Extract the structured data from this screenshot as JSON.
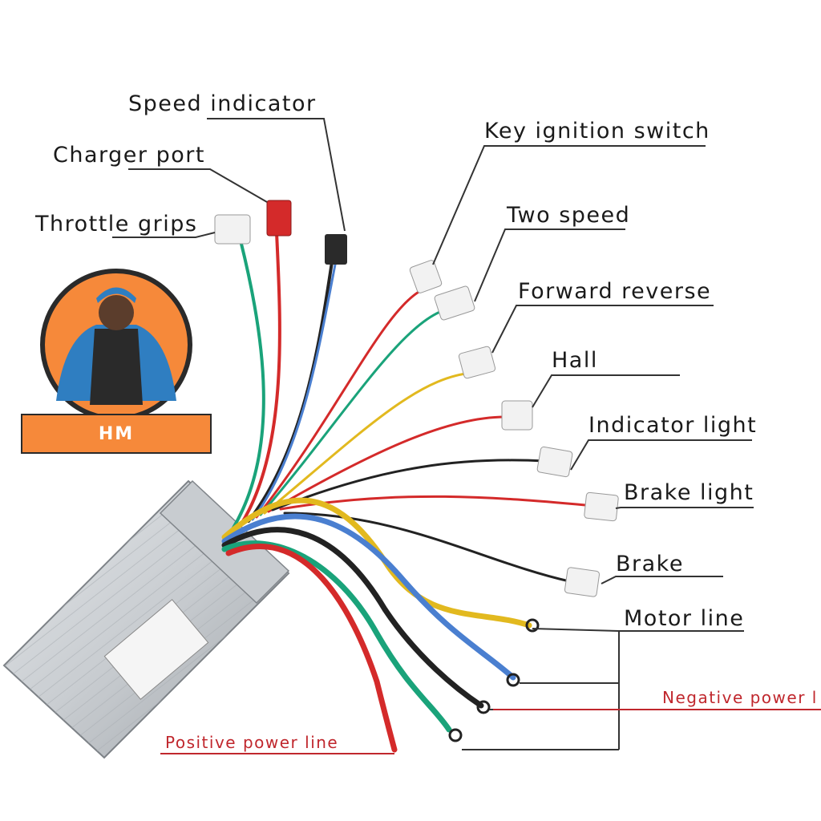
{
  "labels": {
    "speed_indicator": "Speed indicator",
    "charger_port": "Charger port",
    "throttle_grips": "Throttle grips",
    "key_ignition_switch": "Key ignition switch",
    "two_speed": "Two speed",
    "forward_reverse": "Forward reverse",
    "hall": "Hall",
    "indicator_light": "Indicator light",
    "brake_light": "Brake light",
    "brake": "Brake",
    "motor_line": "Motor line",
    "negative_power_line": "Negative power l",
    "positive_power_line": "Positive power line"
  },
  "logo": {
    "text": "HM",
    "accent_color": "#f6893a",
    "dark_color": "#2a2a2a"
  },
  "colors": {
    "leader_line": "#333333",
    "power_label": "#c0272d",
    "wire_red": "#d42a2a",
    "wire_green": "#1aa37a",
    "wire_blue": "#4a7fd0",
    "wire_yellow": "#e2b91f",
    "wire_black": "#222222"
  }
}
